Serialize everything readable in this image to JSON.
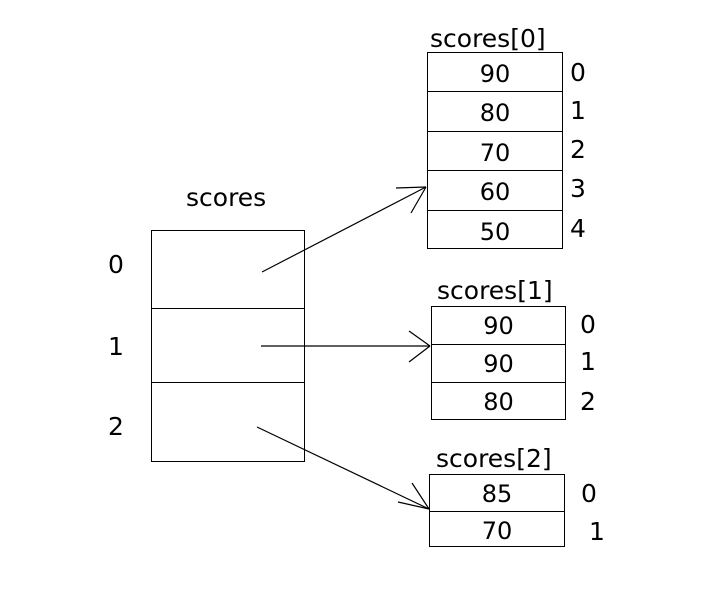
{
  "diagram": {
    "title_main": "scores",
    "background_color": "#ffffff",
    "line_color": "#000000",
    "main_array": {
      "name": "scores",
      "row_labels": [
        "0",
        "1",
        "2"
      ],
      "cells": [
        "",
        "",
        ""
      ]
    },
    "sub_arrays": [
      {
        "name": "scores[0]",
        "values": [
          "90",
          "80",
          "70",
          "60",
          "50"
        ],
        "index_labels": [
          "0",
          "1",
          "2",
          "3",
          "4"
        ]
      },
      {
        "name": "scores[1]",
        "values": [
          "90",
          "90",
          "80"
        ],
        "index_labels": [
          "0",
          "1",
          "2"
        ]
      },
      {
        "name": "scores[2]",
        "values": [
          "85",
          "70"
        ],
        "index_labels": [
          "0",
          "1"
        ]
      }
    ],
    "arrows": [
      {
        "from_row": "0",
        "to_array": "scores[0]"
      },
      {
        "from_row": "1",
        "to_array": "scores[1]"
      },
      {
        "from_row": "2",
        "to_array": "scores[2]"
      }
    ]
  }
}
